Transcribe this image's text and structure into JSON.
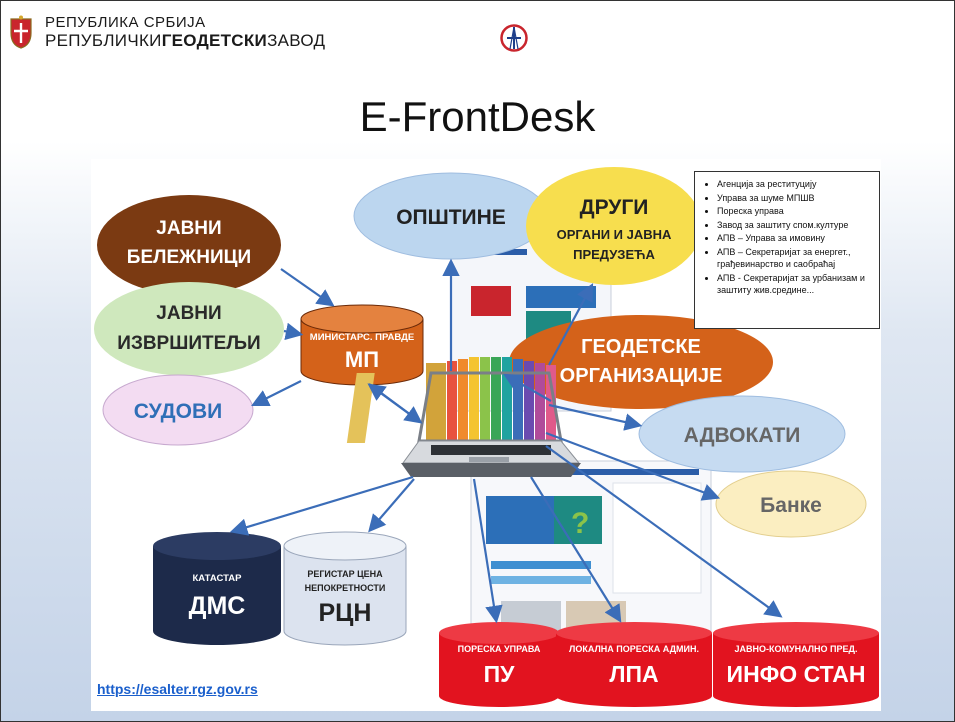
{
  "header": {
    "institution_line1": "РЕПУБЛИКА СРБИЈА",
    "institution_line2a": "РЕПУБЛИЧКИ",
    "institution_line2b": "ГЕОДЕТСКИ",
    "institution_line2c": "ЗАВОД"
  },
  "title": "E-FrontDesk",
  "nodes": {
    "javni_belezhnici": [
      "ЈАВНИ",
      "БЕЛЕЖНИЦИ"
    ],
    "javni_izvrshitelji": [
      "ЈАВНИ",
      "ИЗВРШИТЕЉИ"
    ],
    "sudovi": "СУДОВИ",
    "opshtine": "ОПШТИНЕ",
    "drugi": [
      "ДРУГИ",
      "ОРГАНИ И ЈАВНА",
      "ПРЕДУЗЕЋА"
    ],
    "mp_sub": "МИНИСТАРС. ПРАВДЕ",
    "mp": "МП",
    "geodetske": [
      "ГЕОДЕТСКЕ",
      "ОРГАНИЗАЦИЈЕ"
    ],
    "advokati": "АДВОКАТИ",
    "banke": "Банке",
    "dms_sub": "КАТАСТАР",
    "dms": "ДМС",
    "rcn_sub": [
      "РЕГИСТАР ЦЕНА",
      "НЕПОКРЕТНОСТИ"
    ],
    "rcn": "РЦН",
    "pu_sub": "ПОРЕСКА УПРАВА",
    "pu": "ПУ",
    "lpa_sub": "ЛОКАЛНА ПОРЕСКА АДМИН.",
    "lpa": "ЛПА",
    "info_sub": "ЈАВНО-КОМУНАЛНО ПРЕД.",
    "info": "ИНФО СТАН"
  },
  "legend_items": [
    "Агенција за реституцију",
    "Управа за шуме МПШВ",
    "Пореска управа",
    "Завод за заштиту спом.културе",
    "АПВ – Управа за имовину",
    "АПВ – Секретаријат за енергет., грађевинарство и саобраћај",
    "АПВ - Секретаријат за урбанизам и заштиту жив.средине..."
  ],
  "link": "https://esalter.rgz.gov.rs",
  "colors": {
    "brown": "#7b3a12",
    "green_light": "#cfe8bd",
    "pink_light": "#f3dcf2",
    "blue_light": "#bcd6ef",
    "yellow": "#f7de4e",
    "orange": "#d4621a",
    "peach": "#fbeec1",
    "navy": "#1d2a4a",
    "red": "#e2131f",
    "arrow": "#3b6db8"
  }
}
